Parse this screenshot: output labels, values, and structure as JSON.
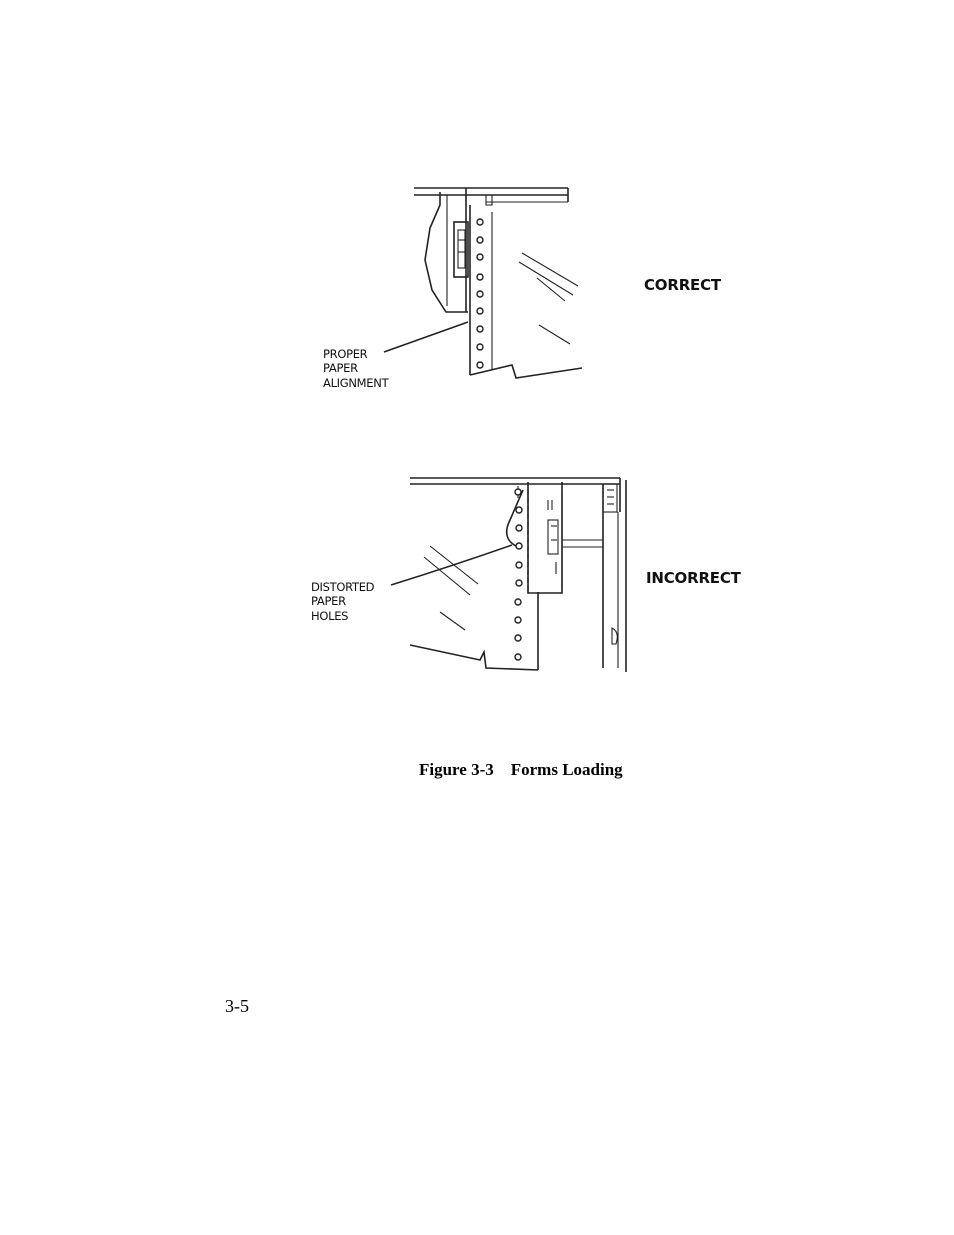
{
  "figure": {
    "top": {
      "status": "CORRECT",
      "callout": [
        "PROPER",
        "PAPER",
        "ALIGNMENT"
      ]
    },
    "bottom": {
      "status": "INCORRECT",
      "callout": [
        "DISTORTED",
        "PAPER",
        "HOLES"
      ]
    }
  },
  "caption": "Figure 3-3    Forms Loading",
  "page_number": "3-5"
}
